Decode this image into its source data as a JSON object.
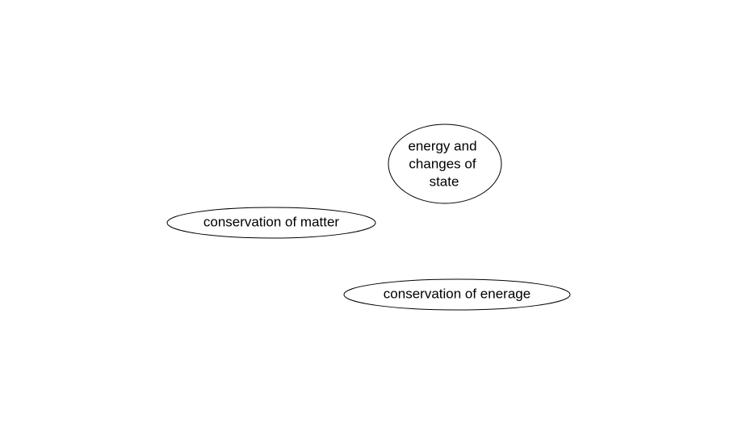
{
  "diagram": {
    "nodes": [
      {
        "id": "energy-and-changes-of-state",
        "shape": "ellipse",
        "lines": [
          "energy and",
          "changes of",
          "state"
        ]
      },
      {
        "id": "conservation-of-matter",
        "shape": "ellipse",
        "lines": [
          "conservation of matter"
        ]
      },
      {
        "id": "conservation-of-eneragy",
        "shape": "ellipse",
        "lines": [
          "conservation of enerage"
        ]
      }
    ],
    "colors": {
      "background": "#ffffff",
      "stroke": "#000000",
      "text": "#000000"
    }
  }
}
